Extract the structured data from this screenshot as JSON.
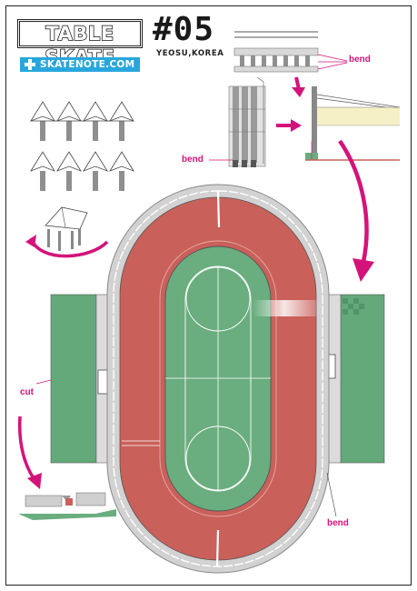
{
  "brand": {
    "title": "TABLE SKATE",
    "site": "SKATENOTE.COM",
    "logo_icon": "plus-icon"
  },
  "issue": {
    "number": "#05",
    "location": "YEOSU,KOREA"
  },
  "callouts": {
    "bend_rail": "bend",
    "bend_stack": "bend",
    "bend_track": "bend",
    "cut": "cut"
  },
  "colors": {
    "track": "#c9605a",
    "field": "#6aad7f",
    "platform": "#64a97a",
    "rim": "#c6c6c6",
    "accent": "#d4137a",
    "brand_blue": "#29a7dc"
  }
}
